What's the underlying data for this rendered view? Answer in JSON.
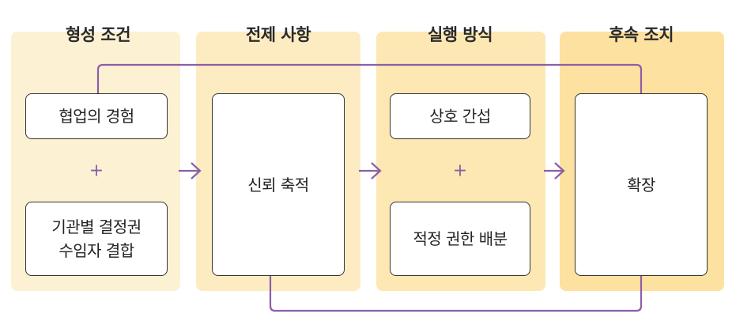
{
  "stages": [
    {
      "title": "형성 조건",
      "color": "#fdf1d3"
    },
    {
      "title": "전제 사항",
      "color": "#fdecc1"
    },
    {
      "title": "실행 방식",
      "color": "#fde7b3"
    },
    {
      "title": "후속 조치",
      "color": "#fde1a0"
    }
  ],
  "boxes": {
    "experience": "협업의 경험",
    "decision_rights": "기관별 결정권\n수임자 결합",
    "trust": "신뢰 축적",
    "mutual_interference": "상호 간섭",
    "authority_allocation": "적정 권한 배분",
    "expansion": "확장"
  },
  "plus_symbol": "+",
  "connector_color": "#8a5fa8"
}
